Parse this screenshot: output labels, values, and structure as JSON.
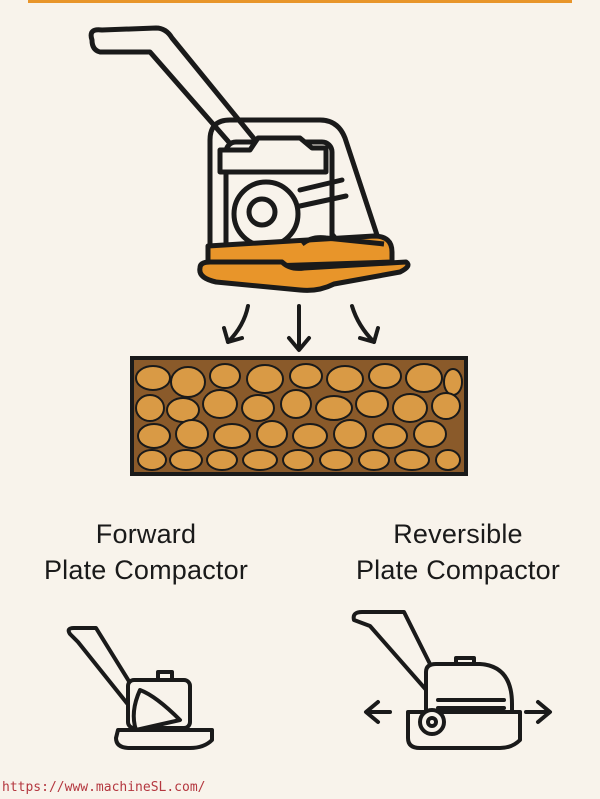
{
  "labels": {
    "forward_line1": "Forward",
    "forward_line2": "Plate Compactor",
    "reversible_line1": "Reversible",
    "reversible_line2": "Plate Compactor"
  },
  "watermark": "https://www.machineSL.com/",
  "colors": {
    "background": "#f8f3eb",
    "accent_orange": "#e8952a",
    "stone_fill": "#d99a45",
    "gap_brown": "#8a5a2a",
    "line": "#1a1a1a",
    "watermark": "#b4373f"
  },
  "icons": {
    "main": "plate-compactor-illustration",
    "arrows": "compaction-force-arrows",
    "soil": "compacted-gravel-block",
    "forward": "forward-plate-compactor-icon",
    "reversible": "reversible-plate-compactor-icon",
    "direction": "bidirectional-arrows"
  }
}
